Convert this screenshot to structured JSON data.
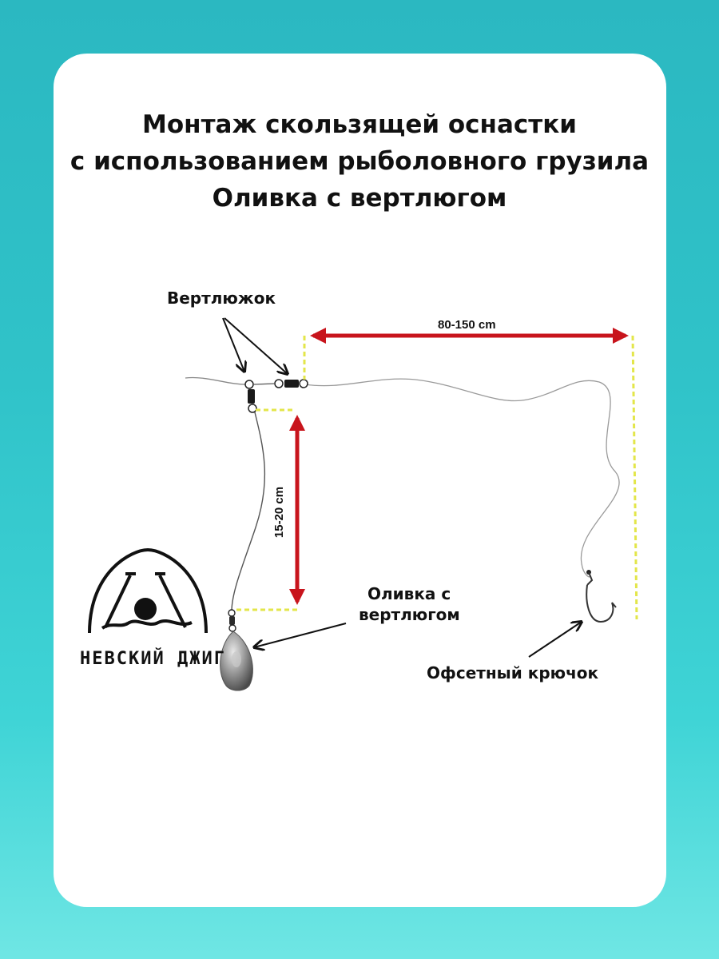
{
  "title": {
    "line1": "Монтаж скользящей оснастки",
    "line2": "с использованием рыболовного грузила",
    "line3": "Оливка с вертлюгом"
  },
  "labels": {
    "swivel": "Вертлюжок",
    "sinker_line1": "Оливка с",
    "sinker_line2": "вертлюгом",
    "hook": "Офсетный крючок",
    "length_main": "80-150 cm",
    "length_leash": "15-20 cm"
  },
  "logo": {
    "text": "НЕВСКИЙ ДЖИГ"
  },
  "colors": {
    "background_top": "#2bb8c1",
    "card": "#ffffff",
    "measure_arrow": "#c8141c",
    "guide_dash": "#e3e64a",
    "line": "#888888"
  }
}
